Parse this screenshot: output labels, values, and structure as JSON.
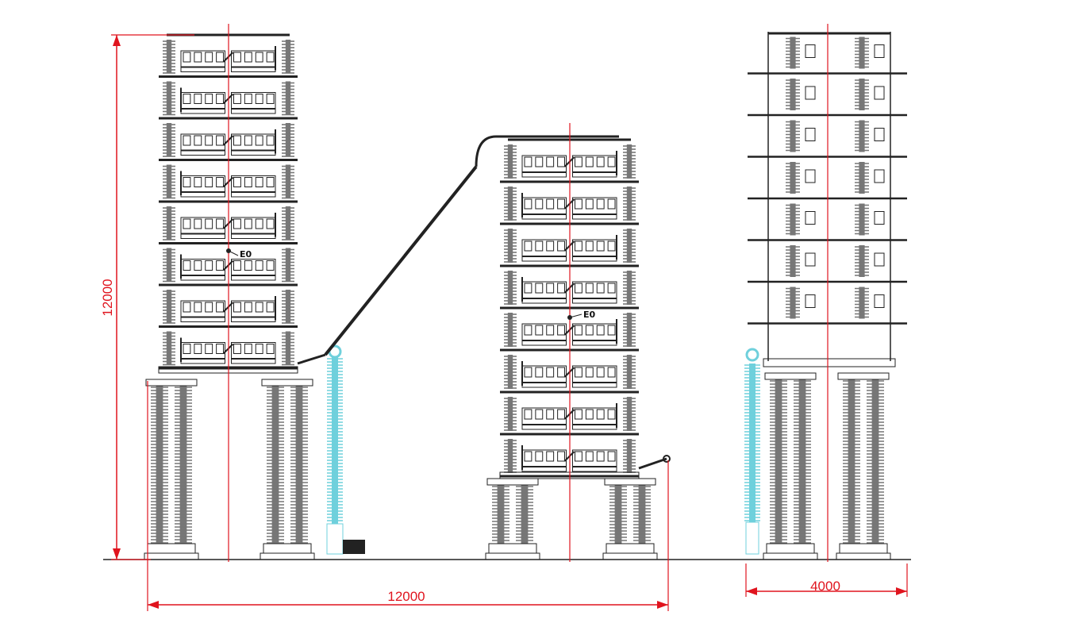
{
  "title": "Impulse voltage generator layout elevation",
  "dimensions": {
    "height": "12000",
    "length": "12000",
    "width": "4000"
  },
  "labels": {
    "tower1_marker": "E0",
    "tower2_marker": "E0"
  },
  "colors": {
    "dimension": "#e0141e",
    "insulator": "#6fd0dc",
    "line": "#222222",
    "insulator_gray": "#777777"
  },
  "towers": [
    {
      "name": "generator-tower-main",
      "tiers": 8
    },
    {
      "name": "generator-tower-secondary",
      "tiers": 8
    },
    {
      "name": "generator-tower-side-view",
      "tiers": 7
    }
  ]
}
